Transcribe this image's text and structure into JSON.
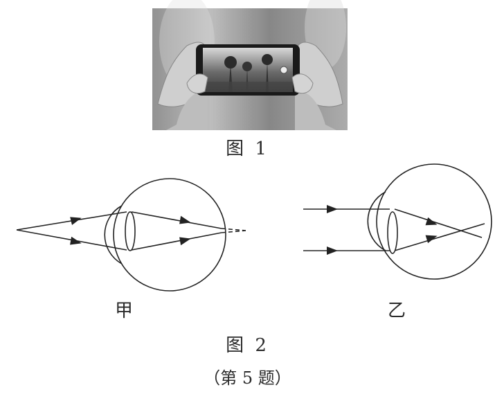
{
  "figure1": {
    "caption": "图 1"
  },
  "figure2": {
    "caption": "图 2",
    "label_left": "甲",
    "label_right": "乙"
  },
  "question_caption": "（第 5 题）"
}
